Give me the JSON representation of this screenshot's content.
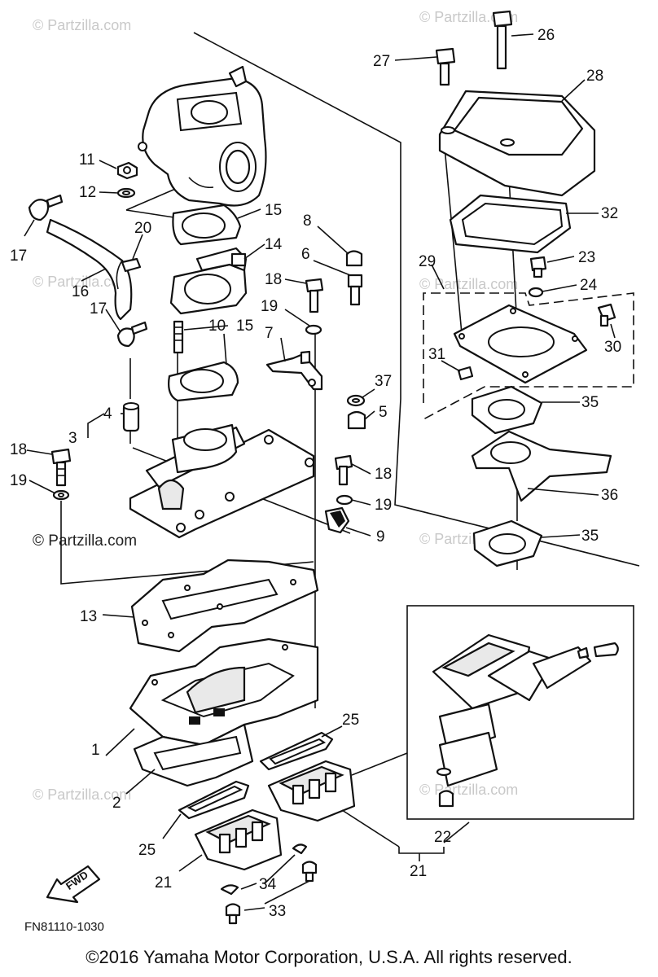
{
  "watermark": "© Partzilla.com",
  "diagram_code": "FN81110-1030",
  "fwd_label": "FWD",
  "copyright": "©2016  Yamaha Motor Corporation, U.S.A. All rights reserved.",
  "callouts": {
    "c1": "1",
    "c2": "2",
    "c3": "3",
    "c4": "4",
    "c5": "5",
    "c6": "6",
    "c7": "7",
    "c8": "8",
    "c9": "9",
    "c10": "10",
    "c11": "11",
    "c12": "12",
    "c13": "13",
    "c14": "14",
    "c15": "15",
    "c16": "16",
    "c17": "17",
    "c18": "18",
    "c19": "19",
    "c20": "20",
    "c21": "21",
    "c22": "22",
    "c23": "23",
    "c24": "24",
    "c25": "25",
    "c26": "26",
    "c27": "27",
    "c28": "28",
    "c29": "29",
    "c30": "30",
    "c31": "31",
    "c32": "32",
    "c33": "33",
    "c34": "34",
    "c35": "35",
    "c36": "36",
    "c37": "37"
  }
}
